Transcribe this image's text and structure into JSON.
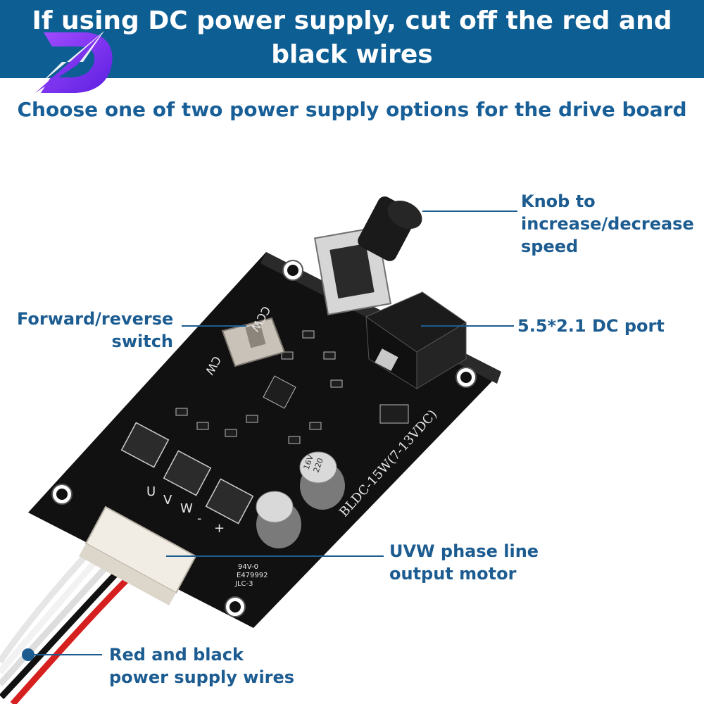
{
  "header": {
    "title_line1": "If using DC power supply, cut off the red and",
    "title_line2": "black wires",
    "banner_color": "#0d5e93"
  },
  "subtitle": "Choose one of two power supply options for the drive board",
  "board": {
    "model_label": "BLDC-15W(7-13VDC)",
    "cert_line1": "94V-0",
    "cert_line2": "E479992",
    "cert_line3": "JLC-3",
    "cw_label": "CW",
    "ccw_label": "CCW",
    "pins": [
      "U",
      "V",
      "W",
      "-",
      "+"
    ],
    "cap_voltage": "16V",
    "cap_value": "220"
  },
  "callouts": {
    "knob": [
      "Knob to",
      "increase/decrease",
      "speed"
    ],
    "forward_reverse": [
      "Forward/reverse",
      "switch"
    ],
    "dc_port": [
      "5.5*2.1 DC port"
    ],
    "uvw": [
      "UVW phase line",
      "output motor"
    ],
    "power_wires": [
      "Red and black",
      "power supply wires"
    ]
  },
  "colors": {
    "accent": "#1c5c91",
    "logo_purple": "#7b2ff0",
    "pcb": "#111111"
  }
}
